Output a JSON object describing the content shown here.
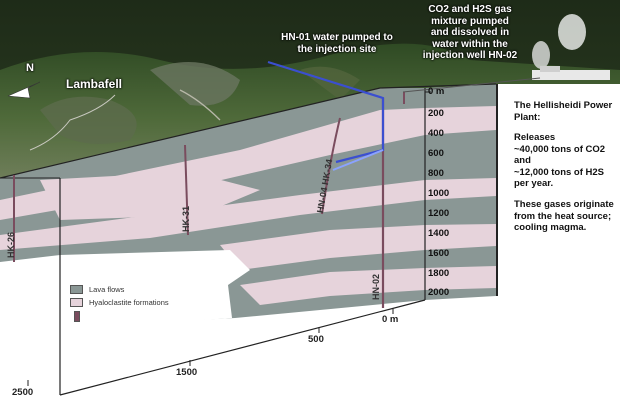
{
  "labels": {
    "place": "Lambafell",
    "north": "N",
    "water_note": "HN-01 water pumped to the injection site",
    "gas_note_lines": [
      "CO2 and H2S gas",
      "mixture pumped",
      "and dissolved in",
      "water within the",
      "injection well HN-02"
    ]
  },
  "depth_axis": {
    "unit_label": "0 m",
    "ticks": [
      "200",
      "400",
      "600",
      "800",
      "1000",
      "1200",
      "1400",
      "1600",
      "1800",
      "2000"
    ]
  },
  "distance_axis": {
    "ticks": [
      "0 m",
      "500",
      "1500",
      "2500"
    ]
  },
  "wells": [
    "HN-02",
    "HK-31",
    "HK-26",
    "HN-04 HK-34"
  ],
  "legend": {
    "lava": "Lava flows",
    "hyalo": "Hyaloclastite formations"
  },
  "info_panel": {
    "title": "The Hellisheidi Power Plant:",
    "releases_1": "Releases",
    "releases_2": "~40,000 tons of CO2",
    "releases_3": "and",
    "releases_4": "~12,000 tons of H2S",
    "releases_5": "per year.",
    "origin": "These gases originate from the heat source; cooling magma."
  },
  "colors": {
    "lava": "#8a9795",
    "hyaloclastite": "#e6d3db",
    "terrain": "#3f5a2e",
    "pipe_blue": "#3b4fd0",
    "well_pipe": "#7a4c5e"
  }
}
